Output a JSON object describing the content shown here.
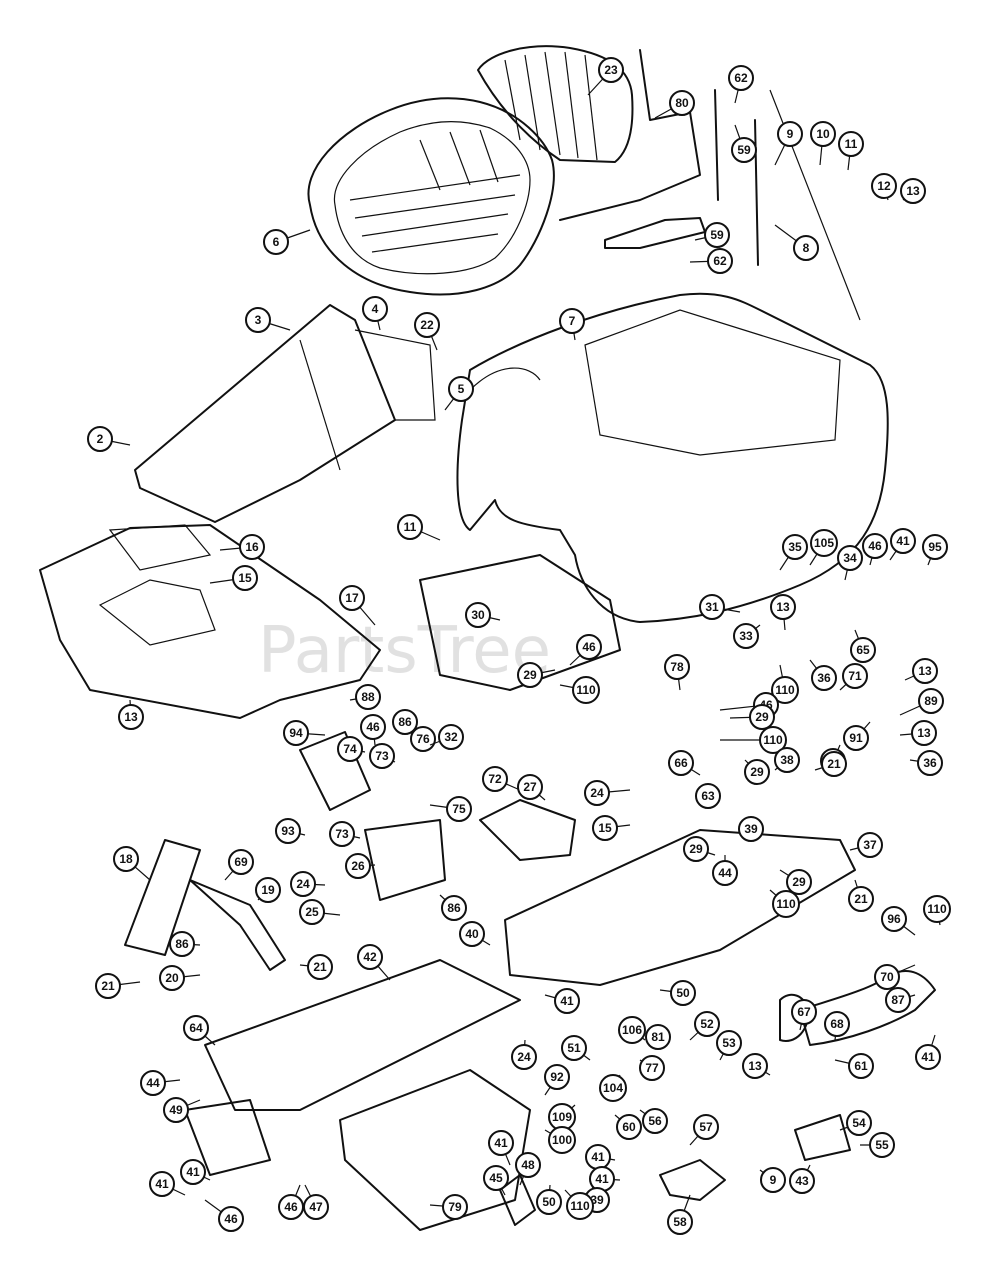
{
  "watermark": "PartsTree",
  "callouts": [
    "23",
    "80",
    "62",
    "59",
    "9",
    "10",
    "11",
    "12",
    "13",
    "6",
    "8",
    "59",
    "62",
    "3",
    "4",
    "22",
    "7",
    "2",
    "5",
    "11",
    "16",
    "15",
    "17",
    "13",
    "35",
    "105",
    "34",
    "46",
    "41",
    "95",
    "30",
    "46",
    "29",
    "110",
    "31",
    "33",
    "13",
    "65",
    "36",
    "110",
    "71",
    "13",
    "78",
    "46",
    "29",
    "110",
    "89",
    "13",
    "88",
    "94",
    "86",
    "46",
    "76",
    "32",
    "74",
    "73",
    "75",
    "72",
    "27",
    "24",
    "15",
    "66",
    "63",
    "29",
    "38",
    "74",
    "91",
    "36",
    "21",
    "93",
    "73",
    "26",
    "39",
    "29",
    "44",
    "37",
    "29",
    "110",
    "21",
    "18",
    "69",
    "19",
    "24",
    "86",
    "25",
    "86",
    "20",
    "21",
    "21",
    "40",
    "42",
    "41",
    "50",
    "96",
    "110",
    "70",
    "87",
    "64",
    "106",
    "52",
    "67",
    "68",
    "41",
    "51",
    "53",
    "13",
    "44",
    "49",
    "24",
    "92",
    "77",
    "104",
    "81",
    "61",
    "109",
    "54",
    "100",
    "60",
    "56",
    "57",
    "55",
    "41",
    "41",
    "9",
    "43",
    "45",
    "48",
    "41",
    "41",
    "46",
    "50",
    "79",
    "41",
    "47",
    "46",
    "39",
    "58",
    "110"
  ]
}
